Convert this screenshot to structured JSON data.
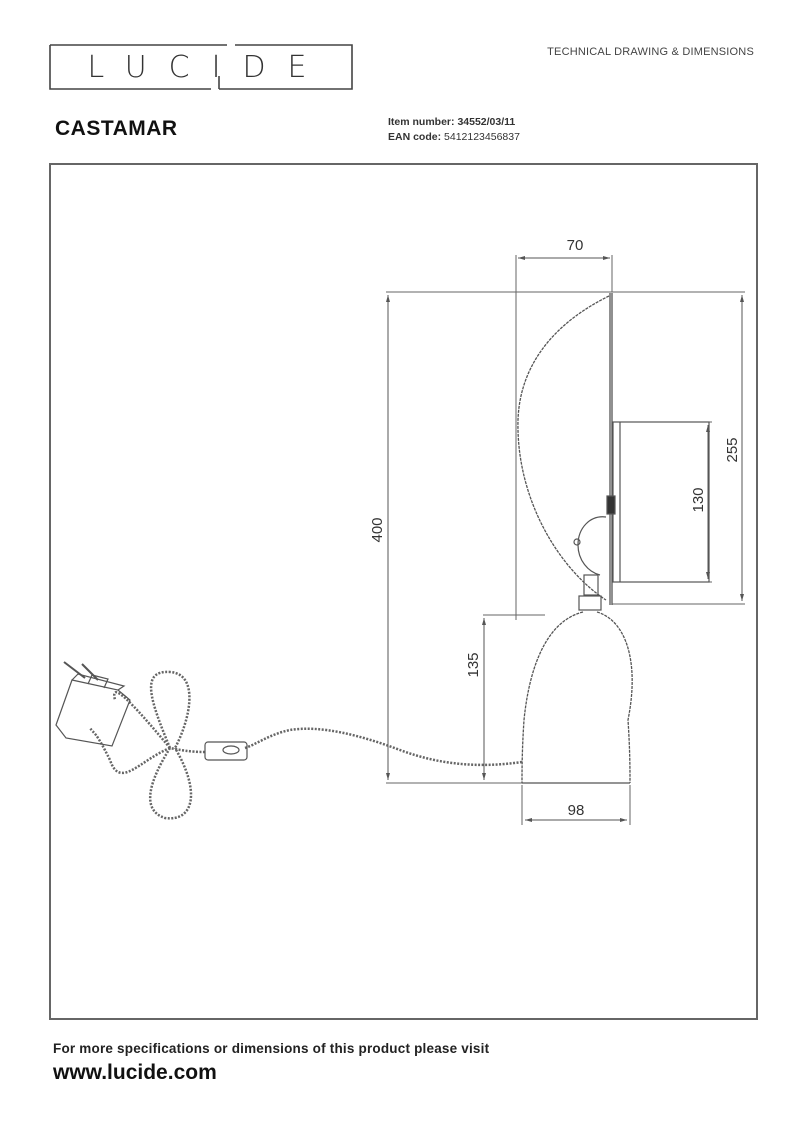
{
  "header": {
    "brand": "LUCIDE",
    "document_type": "TECHNICAL DRAWING & DIMENSIONS",
    "product_name": "CASTAMAR",
    "item_number_label": "Item number:",
    "item_number": "34552/03/11",
    "ean_label": "EAN code:",
    "ean": "5412123456837"
  },
  "drawing": {
    "dimensions": {
      "shade_depth": "70",
      "total_height": "400",
      "wall_plate_height": "255",
      "backplate_height": "130",
      "base_height": "135",
      "base_width": "98"
    },
    "colors": {
      "line": "#555555",
      "frame": "#666666"
    }
  },
  "footer": {
    "note": "For more specifications or dimensions of this product please visit",
    "url": "www.lucide.com"
  }
}
